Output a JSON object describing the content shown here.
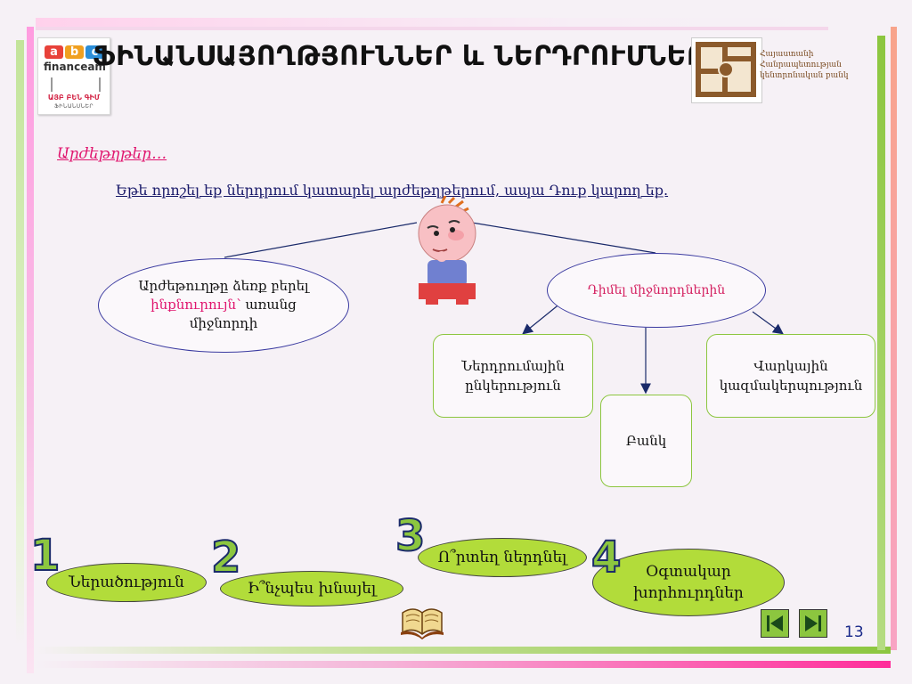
{
  "title": "ՖԻՆԱՆՍԱՅՈՂԹՅՈՒՆՆԵՐ և ՆԵՐԴՐՈՒՄՆԵՐ",
  "logo_left": {
    "letters": [
      "a",
      "b",
      "c"
    ],
    "name": "financeam",
    "tagline": "ԱՅԲ ԲԵՆ ԳԻՄ",
    "tagline2": "ՖԻՆԱՆՍՆԵՐ"
  },
  "bank_logo_text": [
    "Հայաստանի",
    "Հանրապետության",
    "կենտրոնական բանկ"
  ],
  "subtitle": "Արժեթղթեր…",
  "intro": "Եթե որոշել եք ներդրում կատարել արժեթղթերում, ապա Դուք կարող եք.",
  "diagram": {
    "left_line1": "Արժեթուղթը ձեռք բերել",
    "left_highlight": "ինքնուրույն՝",
    "left_line2_rest": " առանց",
    "left_line3": "միջնորդի",
    "right": "Դիմել միջնորդներին",
    "domestic_line1": "Ներդրումային",
    "domestic_line2": "ընկերություն",
    "bank": "Բանկ",
    "credit_line1": "Վարկային",
    "credit_line2": "կազմակերպություն"
  },
  "nav": [
    {
      "num": "1",
      "label": "Ներածություն"
    },
    {
      "num": "2",
      "label": "Ի՞նչպես խնայել"
    },
    {
      "num": "3",
      "label": "Ո՞րտեղ ներդնել"
    },
    {
      "num": "4",
      "line1": "Օգտակար",
      "line2": "խորհուրդներ"
    }
  ],
  "page_number": "13",
  "colors": {
    "accent_green": "#8cc63f",
    "accent_pink": "#e0156e",
    "nav_fill": "#b2dc3a"
  }
}
